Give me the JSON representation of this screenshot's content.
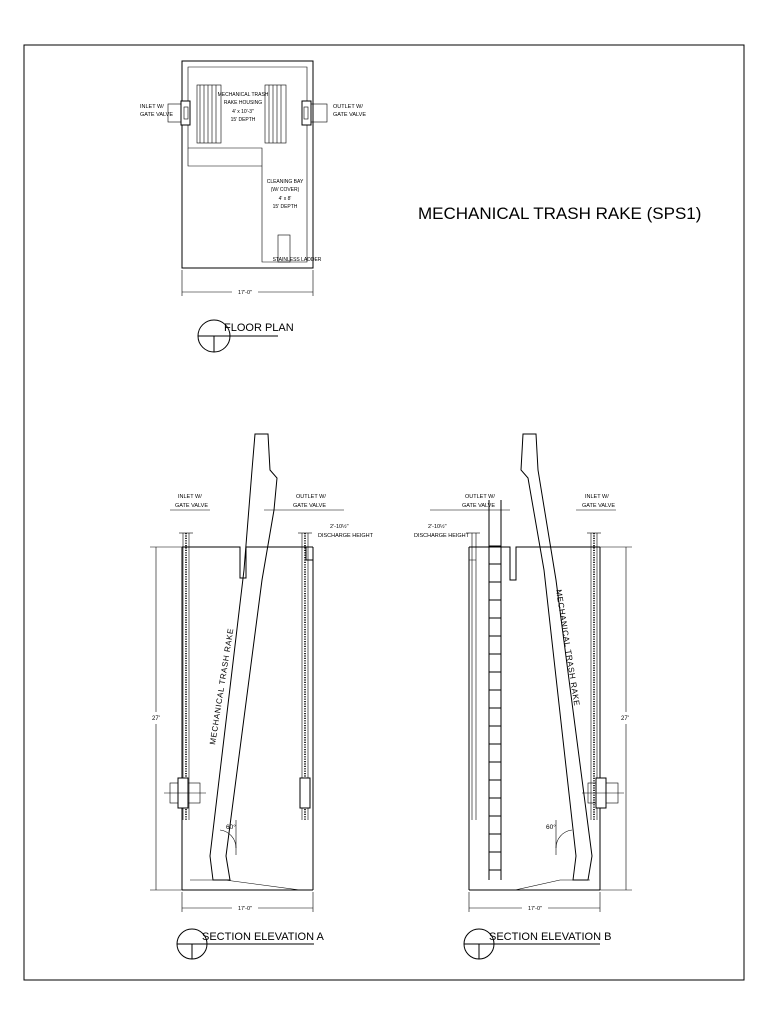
{
  "title": "MECHANICAL TRASH RAKE (SPS1)",
  "floor_plan": {
    "label": "FLOOR PLAN",
    "inlet_label": [
      "INLET W/",
      "GATE VALVE"
    ],
    "outlet_label": [
      "OUTLET W/",
      "GATE VALVE"
    ],
    "housing_label": [
      "MECHANICAL TRASH",
      "RAKE HOUSING",
      "4' x 10'-3\"",
      "15' DEPTH"
    ],
    "cleaning_bay_label": [
      "CLEANING BAY",
      "(W/ COVER)",
      "4' x 8'",
      "15' DEPTH"
    ],
    "ladder_label": "STAINLESS LADDER",
    "width_dim": "17'-0\""
  },
  "section_a": {
    "label": "SECTION ELEVATION A",
    "inlet_label": [
      "INLET W/",
      "GATE VALVE"
    ],
    "outlet_label": [
      "OUTLET W/",
      "GATE VALVE"
    ],
    "discharge": [
      "2'-10½\"",
      "DISCHARGE HEIGHT"
    ],
    "rake_label": "MECHANICAL TRASH RAKE",
    "height_dim": "27'",
    "angle": "60°",
    "width_dim": "17'-0\""
  },
  "section_b": {
    "label": "SECTION ELEVATION B",
    "inlet_label": [
      "INLET W/",
      "GATE VALVE"
    ],
    "outlet_label": [
      "OUTLET W/",
      "GATE VALVE"
    ],
    "discharge": [
      "2'-10½\"",
      "DISCHARGE HEIGHT"
    ],
    "rake_label": "MECHANICAL TRASH RAKE",
    "height_dim": "27'",
    "angle": "60°",
    "width_dim": "17'-0\""
  }
}
